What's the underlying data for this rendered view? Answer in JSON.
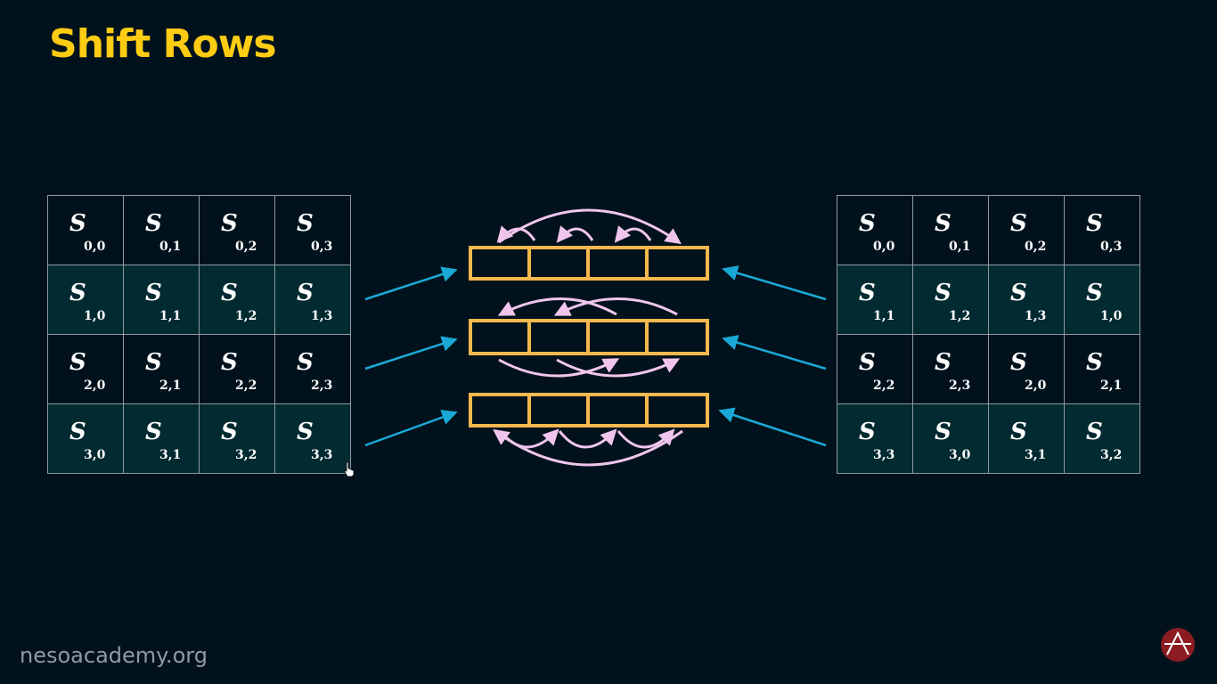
{
  "title": "Shift Rows",
  "footer": {
    "site": "nesoacademy.org"
  },
  "icons": {
    "logo": "neso-logo-icon",
    "cursor": "hand-pointer-icon"
  },
  "colors": {
    "background": "#01121c",
    "title": "#ffcc14",
    "bar": "#f5b84e",
    "arrow": "#1aa9d6",
    "curve": "#f0c5ec"
  },
  "state_symbol": "S",
  "left_matrix": [
    [
      "0,0",
      "0,1",
      "0,2",
      "0,3"
    ],
    [
      "1,0",
      "1,1",
      "1,2",
      "1,3"
    ],
    [
      "2,0",
      "2,1",
      "2,2",
      "2,3"
    ],
    [
      "3,0",
      "3,1",
      "3,2",
      "3,3"
    ]
  ],
  "right_matrix": [
    [
      "0,0",
      "0,1",
      "0,2",
      "0,3"
    ],
    [
      "1,1",
      "1,2",
      "1,3",
      "1,0"
    ],
    [
      "2,2",
      "2,3",
      "2,0",
      "2,1"
    ],
    [
      "3,3",
      "3,0",
      "3,1",
      "3,2"
    ]
  ]
}
